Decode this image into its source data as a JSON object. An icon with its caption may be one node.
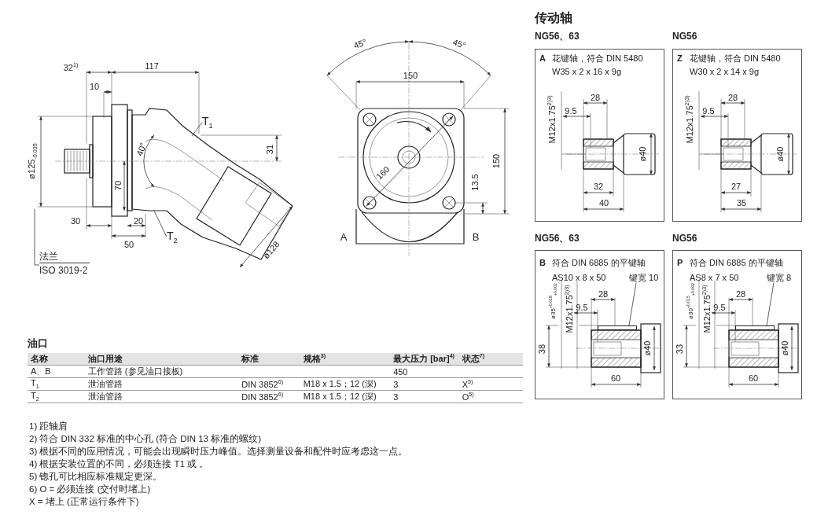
{
  "diagram": {
    "nodes": [
      {
        "text": [
          "T$_{1}$"
        ]
      },
      {
        "text": [
          "T$_{2}$"
        ]
      },
      {
        "text": [
          "法兰",
          "ISO 3019-2"
        ]
      },
      {
        "text": [
          "NG56、63",
          "A",
          "花键轴，符合 DIN 5480",
          "W35 x 2 x 16 x 9g",
          "M12x1.75$^{2)3)}$",
          "28",
          "9.5",
          "ø40",
          "32",
          "40"
        ]
      },
      {
        "text": [
          "NG56",
          "Z",
          "花键轴，符合 DIN 5480",
          "W30 x 2 x 14 x 9g",
          "M12x1.75$^{2)3)}$",
          "28",
          "9.5",
          "ø40",
          "27",
          "35"
        ]
      },
      {
        "text": [
          "NG56、63",
          "B",
          "符合 DIN 6885 的平键轴",
          "AS10 x 8 x 50",
          "ø35$^{+0.018}$$_{+0.002}$",
          "M12x1.75$^{2)3)}$",
          "28",
          "9.5",
          "38",
          "ø40",
          "60"
        ]
      },
      {
        "text": [
          "键宽 10"
        ],
        "in": 5
      },
      {
        "text": [],
        "shape": "bar",
        "in": 5
      },
      {
        "text": [
          "NG56",
          "P",
          "符合 DIN 6885 的平键轴",
          "AS8 x 7 x 50",
          "ø30$^{+0.015}$$_{+0.002}$",
          "M12x1.75$^{2)3)}$",
          "28",
          "9.5",
          "33",
          "ø40",
          "60"
        ]
      },
      {
        "text": [
          "键宽 8"
        ],
        "in": 8
      },
      {
        "text": [],
        "shape": "bar",
        "in": 8
      }
    ],
    "edges": [
      {
        "from": 0,
        "to": null,
        "arrow": "none"
      },
      {
        "from": 1,
        "to": null,
        "arrow": "none"
      },
      {
        "from": 2,
        "to": null,
        "arrow": "none"
      },
      {
        "from": 6,
        "to": 7,
        "arrow": "none"
      },
      {
        "from": 9,
        "to": 10,
        "arrow": "none"
      }
    ],
    "labels": [
      "32$^{1)}$",
      "117",
      "10",
      "31",
      "40°",
      "ø125$_{-0.035}$",
      "70",
      "30",
      "20",
      "50",
      "ø128",
      "45°",
      "45°",
      "150",
      "150",
      "160",
      "13.5",
      "A",
      "B",
      "传动轴",
      "油口",
      "名称",
      "油口用途",
      "标准",
      "规格$^{3)}$",
      "最大压力 [bar]$^{4)}$",
      "状态$^{7)}$",
      "A、B",
      "工作管路 (参见油口接板)",
      "450",
      "T$_{1}$",
      "泄油管路",
      "DIN 3852$^{6)}$",
      "M18 x 1.5；12 (深)",
      "3",
      "X$^{5)}$",
      "T$_{2}$",
      "泄油管路",
      "DIN 3852$^{6)}$",
      "M18 x 1.5；12 (深)",
      "3",
      "O$^{5)}$",
      "1) 距轴肩",
      "2) 符合 DIN 332 标准的中心孔 (符合 DIN 13 标准的螺纹)",
      "3) 根据不同的应用情况，可能会出现瞬时压力峰值。选择测量设备和配件时应考虑这一点。",
      "4) 根据安装位置的不同，必须连接 T1 或 。",
      "5) 锪孔可比相应标准规定更深。",
      "6) O = 必须连接 (交付时堵上)",
      "X = 堵上 (正常运行条件下)"
    ]
  }
}
